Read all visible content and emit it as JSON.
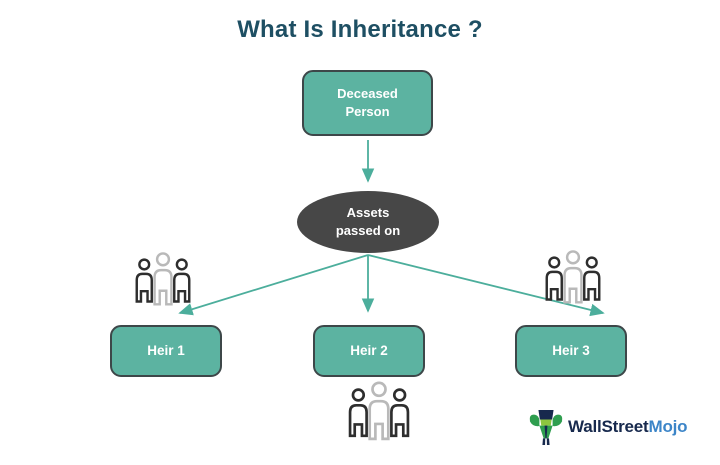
{
  "title": "What Is Inheritance ?",
  "diagram": {
    "deceased_node": "Deceased Person",
    "assets_node": "Assets passed on",
    "heirs": [
      "Heir 1",
      "Heir 2",
      "Heir 3"
    ]
  },
  "logo": {
    "wallstreet": "WallStreet",
    "mojo": "Mojo"
  },
  "colors": {
    "node_fill": "#5cb3a1",
    "node_border": "#3d4749",
    "ellipse_fill": "#474747",
    "arrow": "#4cae9c",
    "title_text": "#1e4f63",
    "logo_navy": "#17294d",
    "logo_blue": "#3c85c8",
    "people_dark": "#2e2e2e",
    "people_gray": "#b9b9b9"
  }
}
